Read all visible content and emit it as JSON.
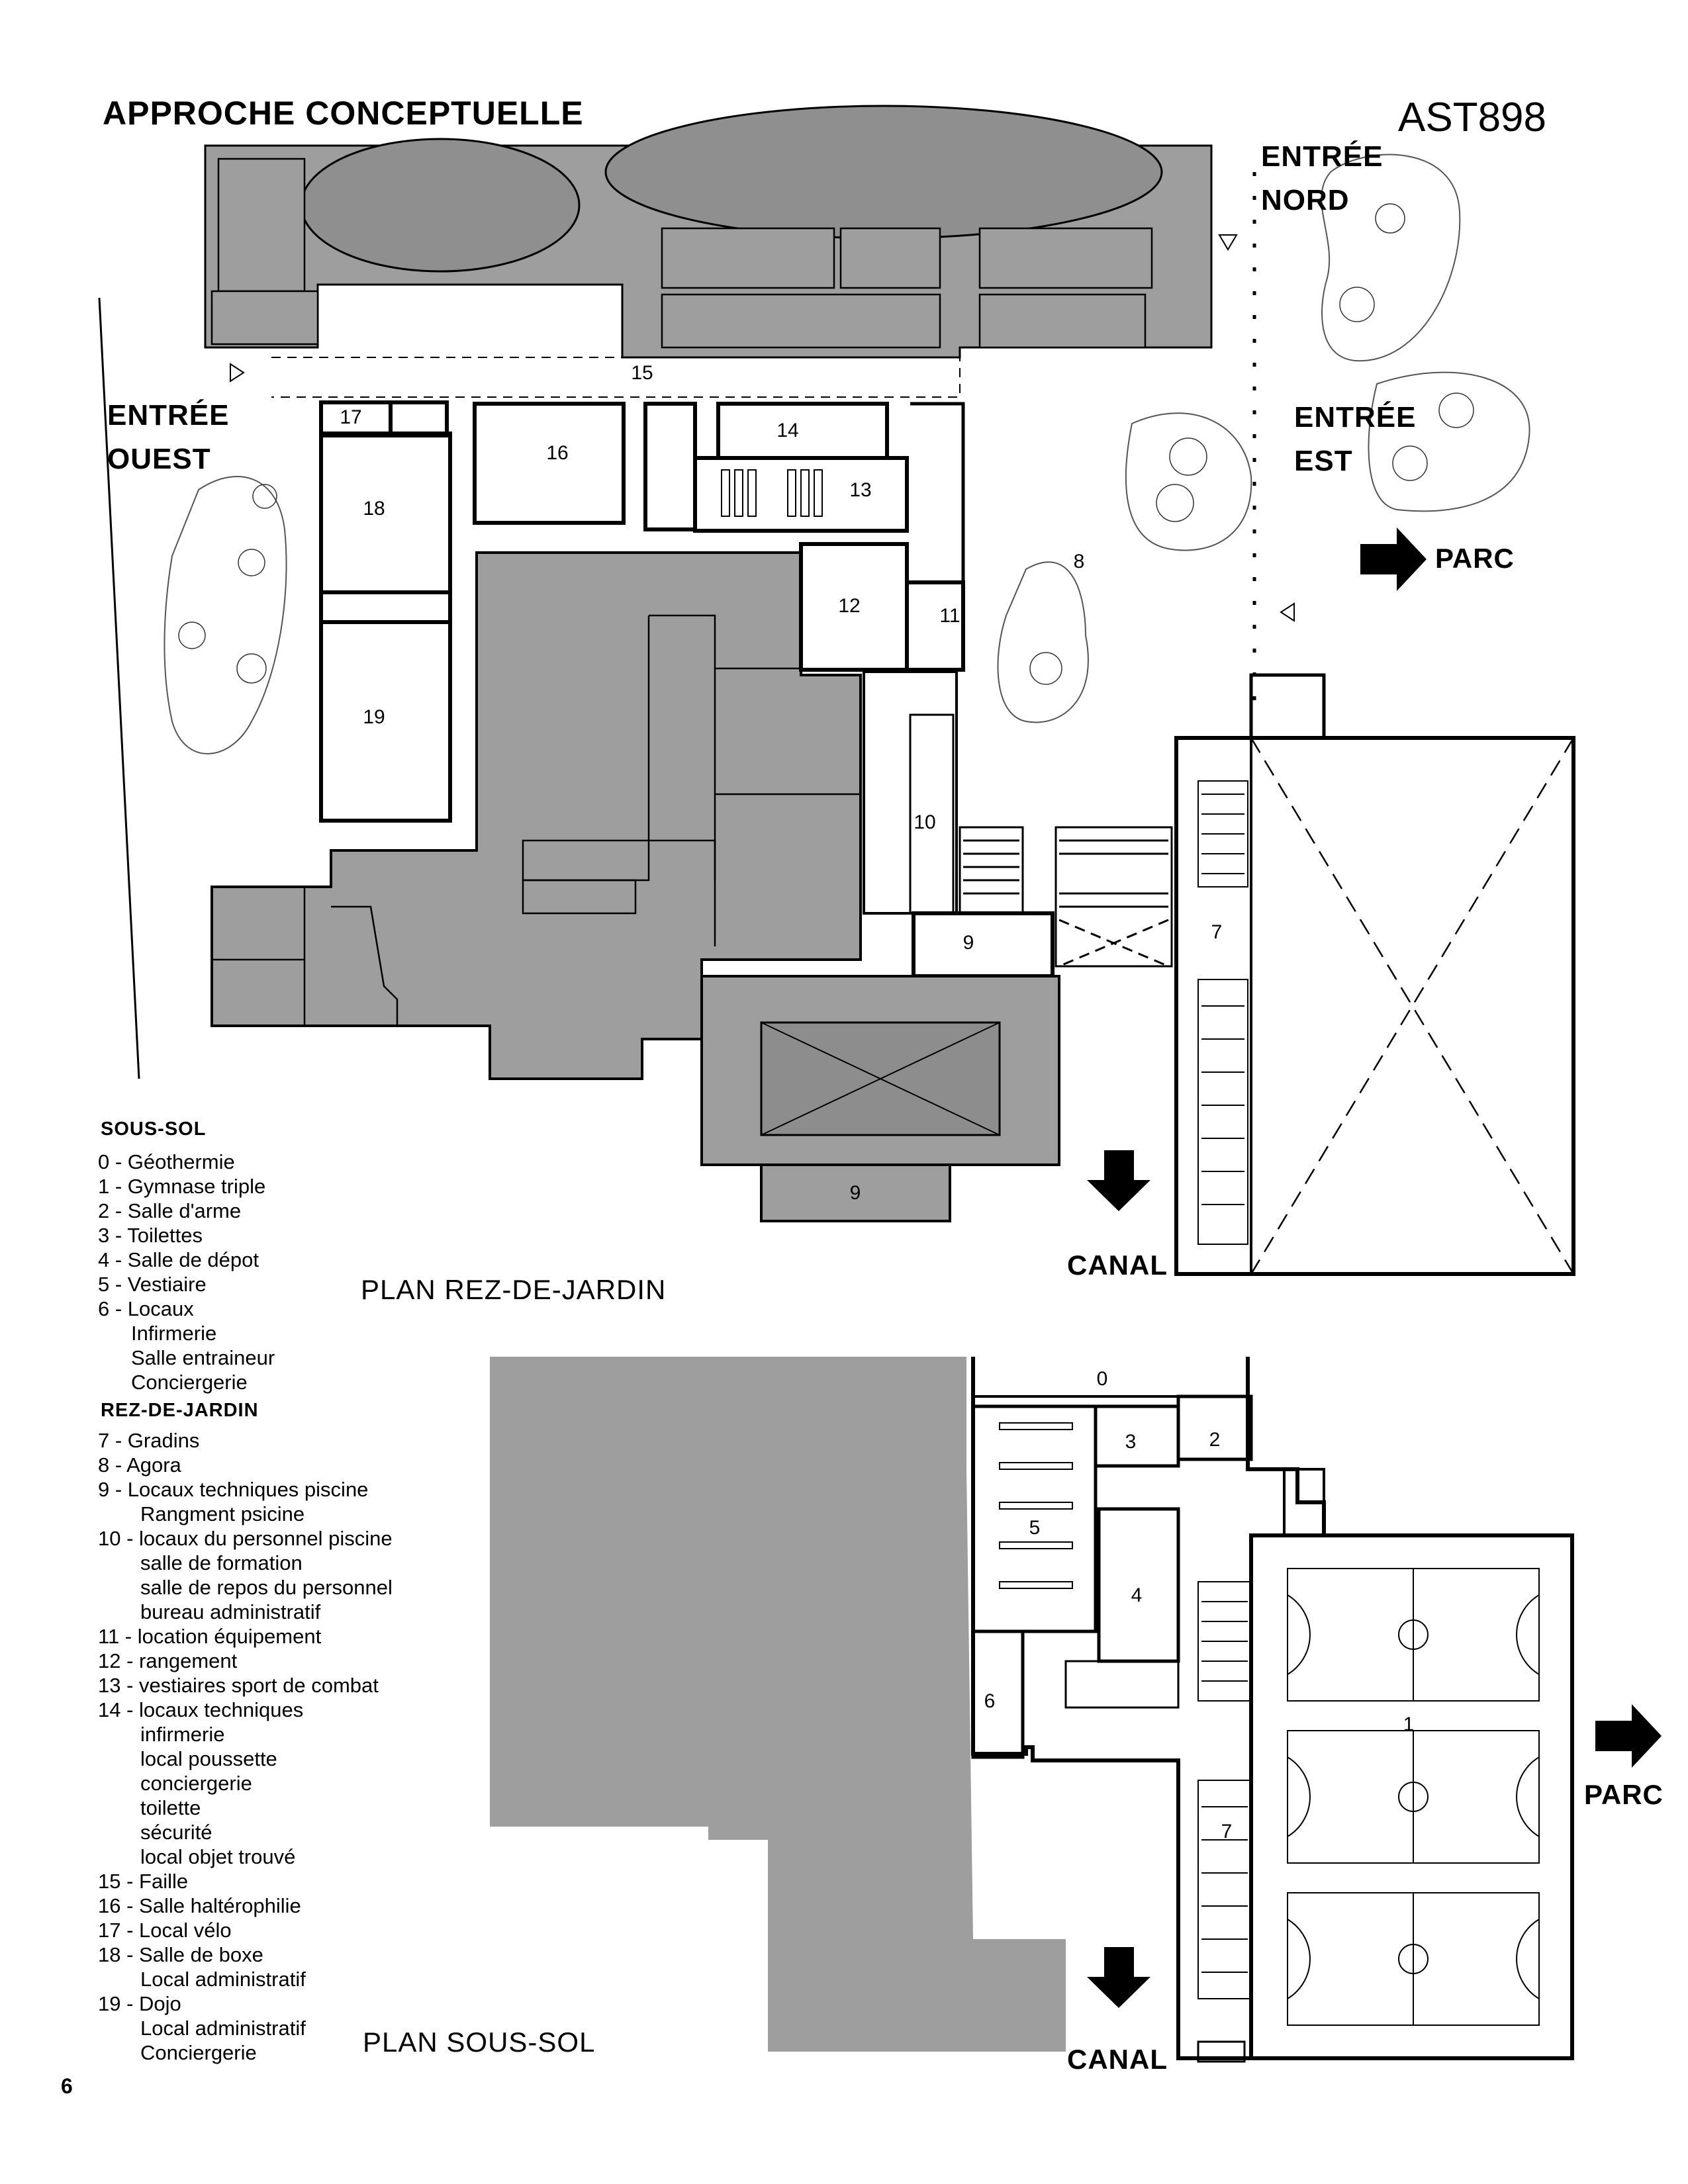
{
  "header": {
    "title": "APPROCHE CONCEPTUELLE",
    "code": "AST898"
  },
  "entries": {
    "north_line1": "ENTRÉE",
    "north_line2": "NORD",
    "west_line1": "ENTRÉE",
    "west_line2": "OUEST",
    "east_line1": "ENTRÉE",
    "east_line2": "EST"
  },
  "directions": {
    "parc": "PARC",
    "canal": "CANAL"
  },
  "plans": {
    "upper": "PLAN REZ-DE-JARDIN",
    "lower": "PLAN SOUS-SOL"
  },
  "upper_rooms": [
    "15",
    "17",
    "16",
    "14",
    "13",
    "18",
    "12",
    "11",
    "8",
    "19",
    "10",
    "9",
    "7",
    "9"
  ],
  "lower_rooms": [
    "0",
    "3",
    "2",
    "5",
    "4",
    "6",
    "1",
    "7"
  ],
  "legend": {
    "soussol_heading": "SOUS-SOL",
    "soussol": [
      "0 - Géothermie",
      "1 - Gymnase triple",
      "2 - Salle d'arme",
      "3 - Toilettes",
      "4 - Salle de dépot",
      "5 - Vestiaire",
      "6 - Locaux",
      "Infirmerie",
      "Salle entraineur",
      "Conciergerie"
    ],
    "rdj_heading": "REZ-DE-JARDIN",
    "rdj": [
      "7  - Gradins",
      "8  - Agora",
      "9  - Locaux techniques piscine",
      "Rangment psicine",
      "10 - locaux du personnel piscine",
      "salle de formation",
      "salle de repos du personnel",
      "bureau administratif",
      "11 - location équipement",
      "12 - rangement",
      "13 - vestiaires sport de combat",
      "14 - locaux techniques",
      "infirmerie",
      "local poussette",
      "conciergerie",
      "toilette",
      "sécurité",
      "local objet trouvé",
      "15 - Faille",
      "16 - Salle haltérophilie",
      "17 - Local vélo",
      "18 - Salle de boxe",
      "Local administratif",
      "19 - Dojo",
      "Local administratif",
      "Conciergerie"
    ]
  },
  "page_number": "6",
  "colors": {
    "fill_gray": "#9e9e9e",
    "line": "#000000",
    "paper": "#ffffff"
  }
}
